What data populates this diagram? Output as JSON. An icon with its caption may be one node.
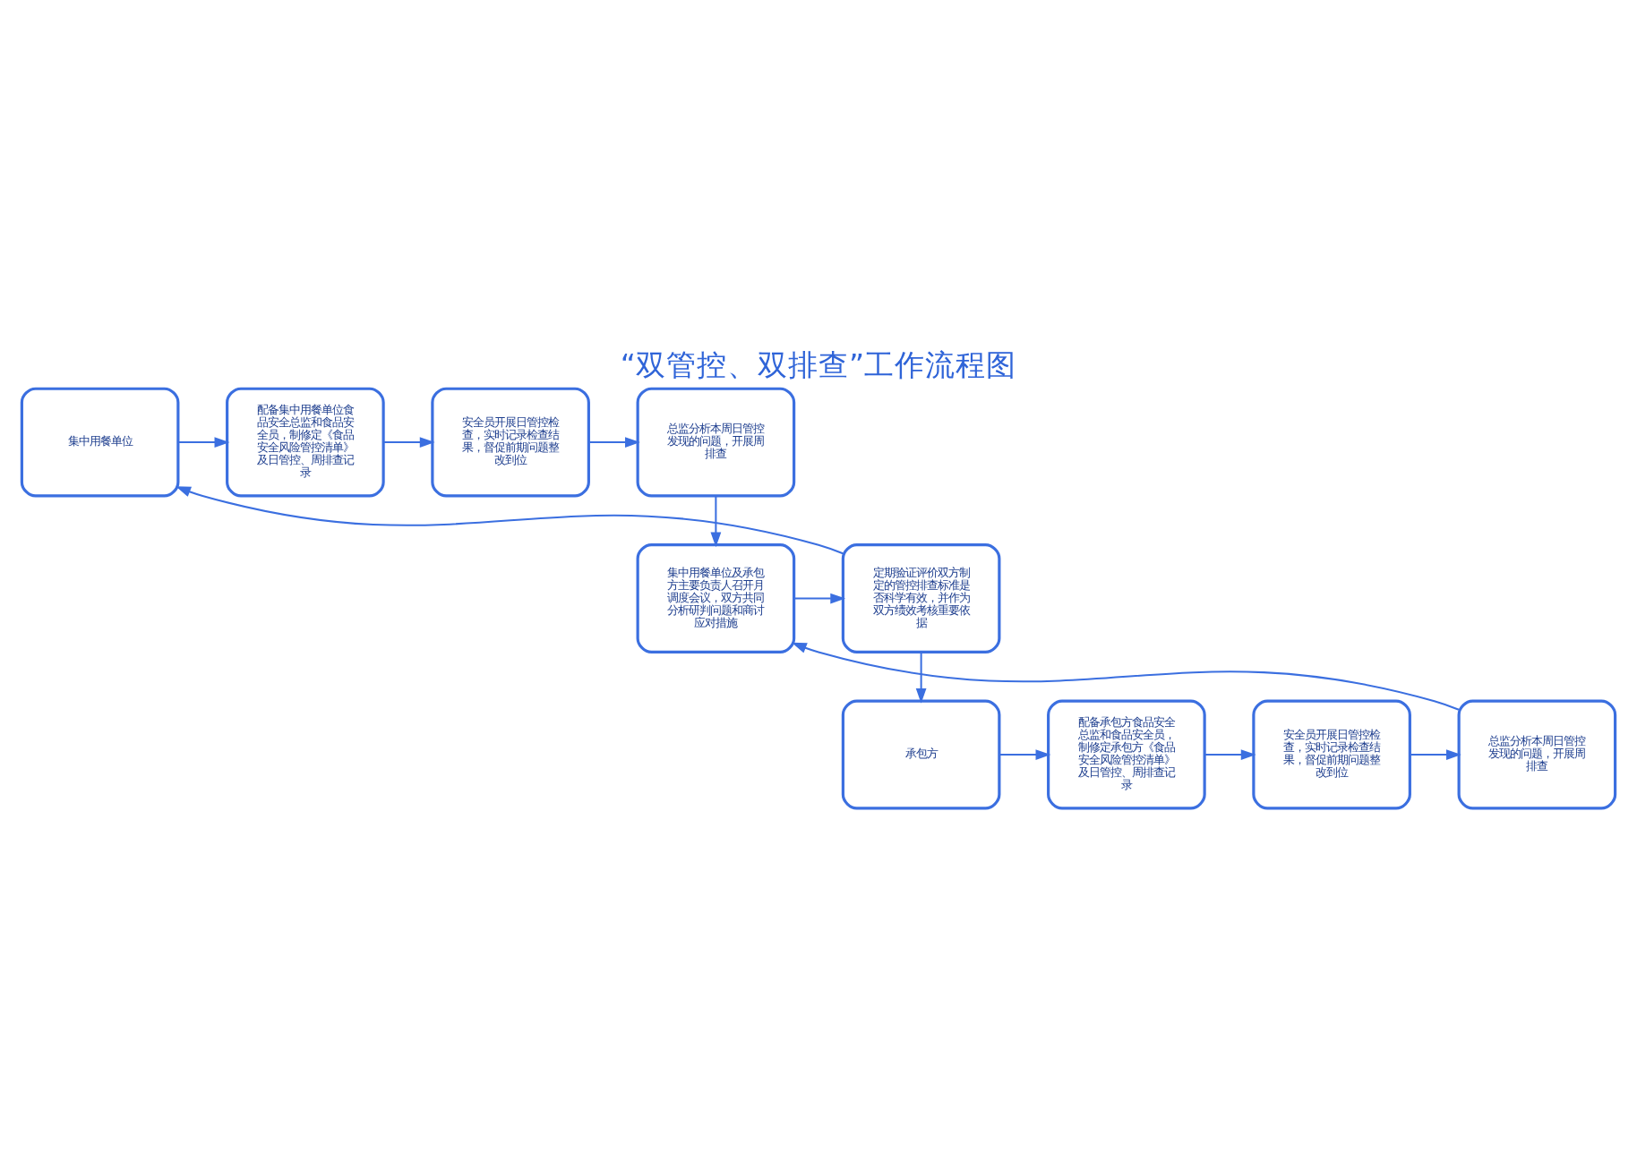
{
  "diagram": {
    "title": "“双管控、双排查”工作流程图",
    "nodes": [
      {
        "text": [
          "集中用餐单位"
        ]
      },
      {
        "text": [
          "配备集中用餐单位食品安全总监和食品安全员，制修定《食品安全风险管控清单》及日管控、周排查记录"
        ]
      },
      {
        "text": [
          "安全员开展日管控检查，实时记录检查结果，督促前期问题整改到位"
        ]
      },
      {
        "text": [
          "总监分析本周日管控发现的问题，开展周排查"
        ]
      },
      {
        "text": [
          "集中用餐单位及承包方主要负责人召开月调度会议，双方共同分析研判问题和商讨应对措施"
        ]
      },
      {
        "text": [
          "定期验证评价双方制定的管控排查标准是否科学有效，并作为双方绩效考核重要依据"
        ]
      },
      {
        "text": [
          "承包方"
        ]
      },
      {
        "text": [
          "配备承包方食品安全总监和食品安全员，制修定承包方《食品安全风险管控清单》及日管控、周排查记录"
        ]
      },
      {
        "text": [
          "安全员开展日管控检查，实时记录检查结果，督促前期问题整改到位"
        ]
      },
      {
        "text": [
          "总监分析本周日管控发现的问题，开展周排查"
        ]
      }
    ],
    "edges": [
      {
        "from": 0,
        "to": 1,
        "arrow": "to"
      },
      {
        "from": 1,
        "to": 2,
        "arrow": "to"
      },
      {
        "from": 2,
        "to": 3,
        "arrow": "to"
      },
      {
        "from": 3,
        "to": 4,
        "arrow": "to"
      },
      {
        "from": 9,
        "to": 4,
        "arrow": "to"
      },
      {
        "from": 4,
        "to": 5,
        "arrow": "to"
      },
      {
        "from": 5,
        "to": 0,
        "arrow": "to"
      },
      {
        "from": 5,
        "to": 6,
        "arrow": "to"
      },
      {
        "from": 6,
        "to": 7,
        "arrow": "to"
      },
      {
        "from": 7,
        "to": 8,
        "arrow": "to"
      },
      {
        "from": 8,
        "to": 9,
        "arrow": "to"
      }
    ]
  }
}
